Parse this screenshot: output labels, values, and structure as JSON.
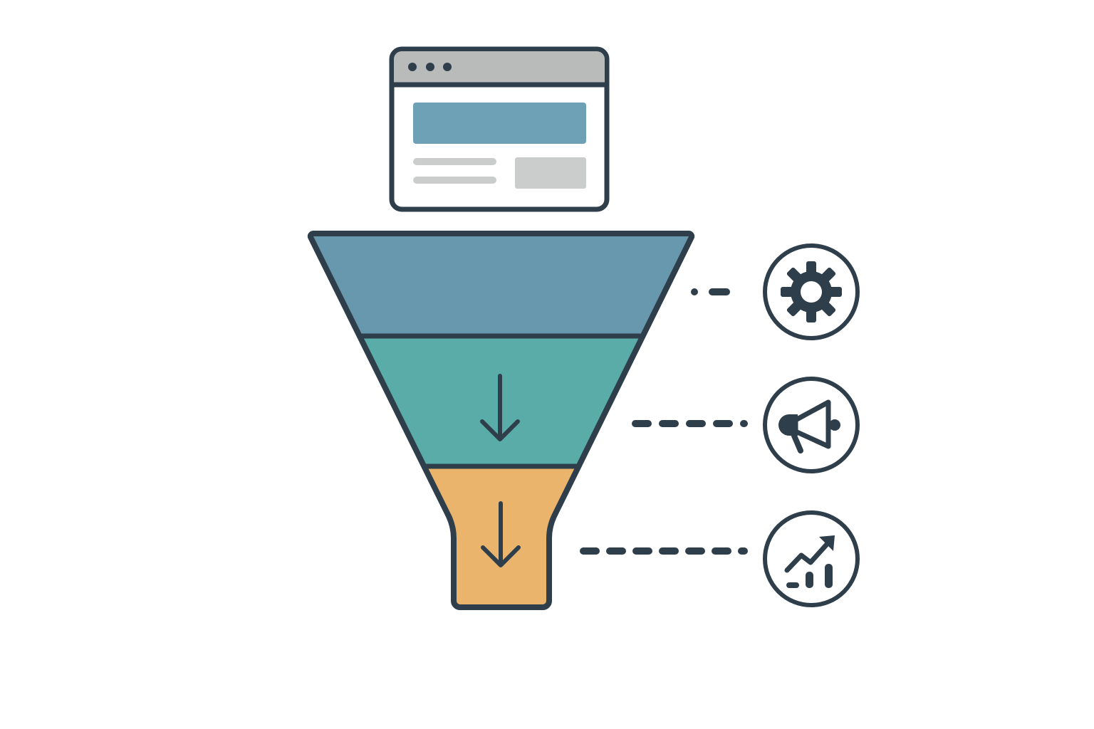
{
  "colors": {
    "outline": "#2f3e4b",
    "stage_top": "#6798ad",
    "stage_middle": "#5aaca8",
    "stage_bottom": "#ebb46c",
    "browser_titlebar": "#b9bbbb",
    "browser_banner": "#6ea1b6",
    "browser_placeholder": "#cbcdcd",
    "background": "#ffffff"
  },
  "browser": {
    "icon": "browser-window-icon",
    "window_dots": 3
  },
  "funnel": {
    "stages": [
      {
        "name": "top",
        "icon": "gear-icon",
        "arrow": false
      },
      {
        "name": "middle",
        "icon": "megaphone-icon",
        "arrow": true
      },
      {
        "name": "bottom",
        "icon": "growth-chart-icon",
        "arrow": true
      }
    ]
  }
}
